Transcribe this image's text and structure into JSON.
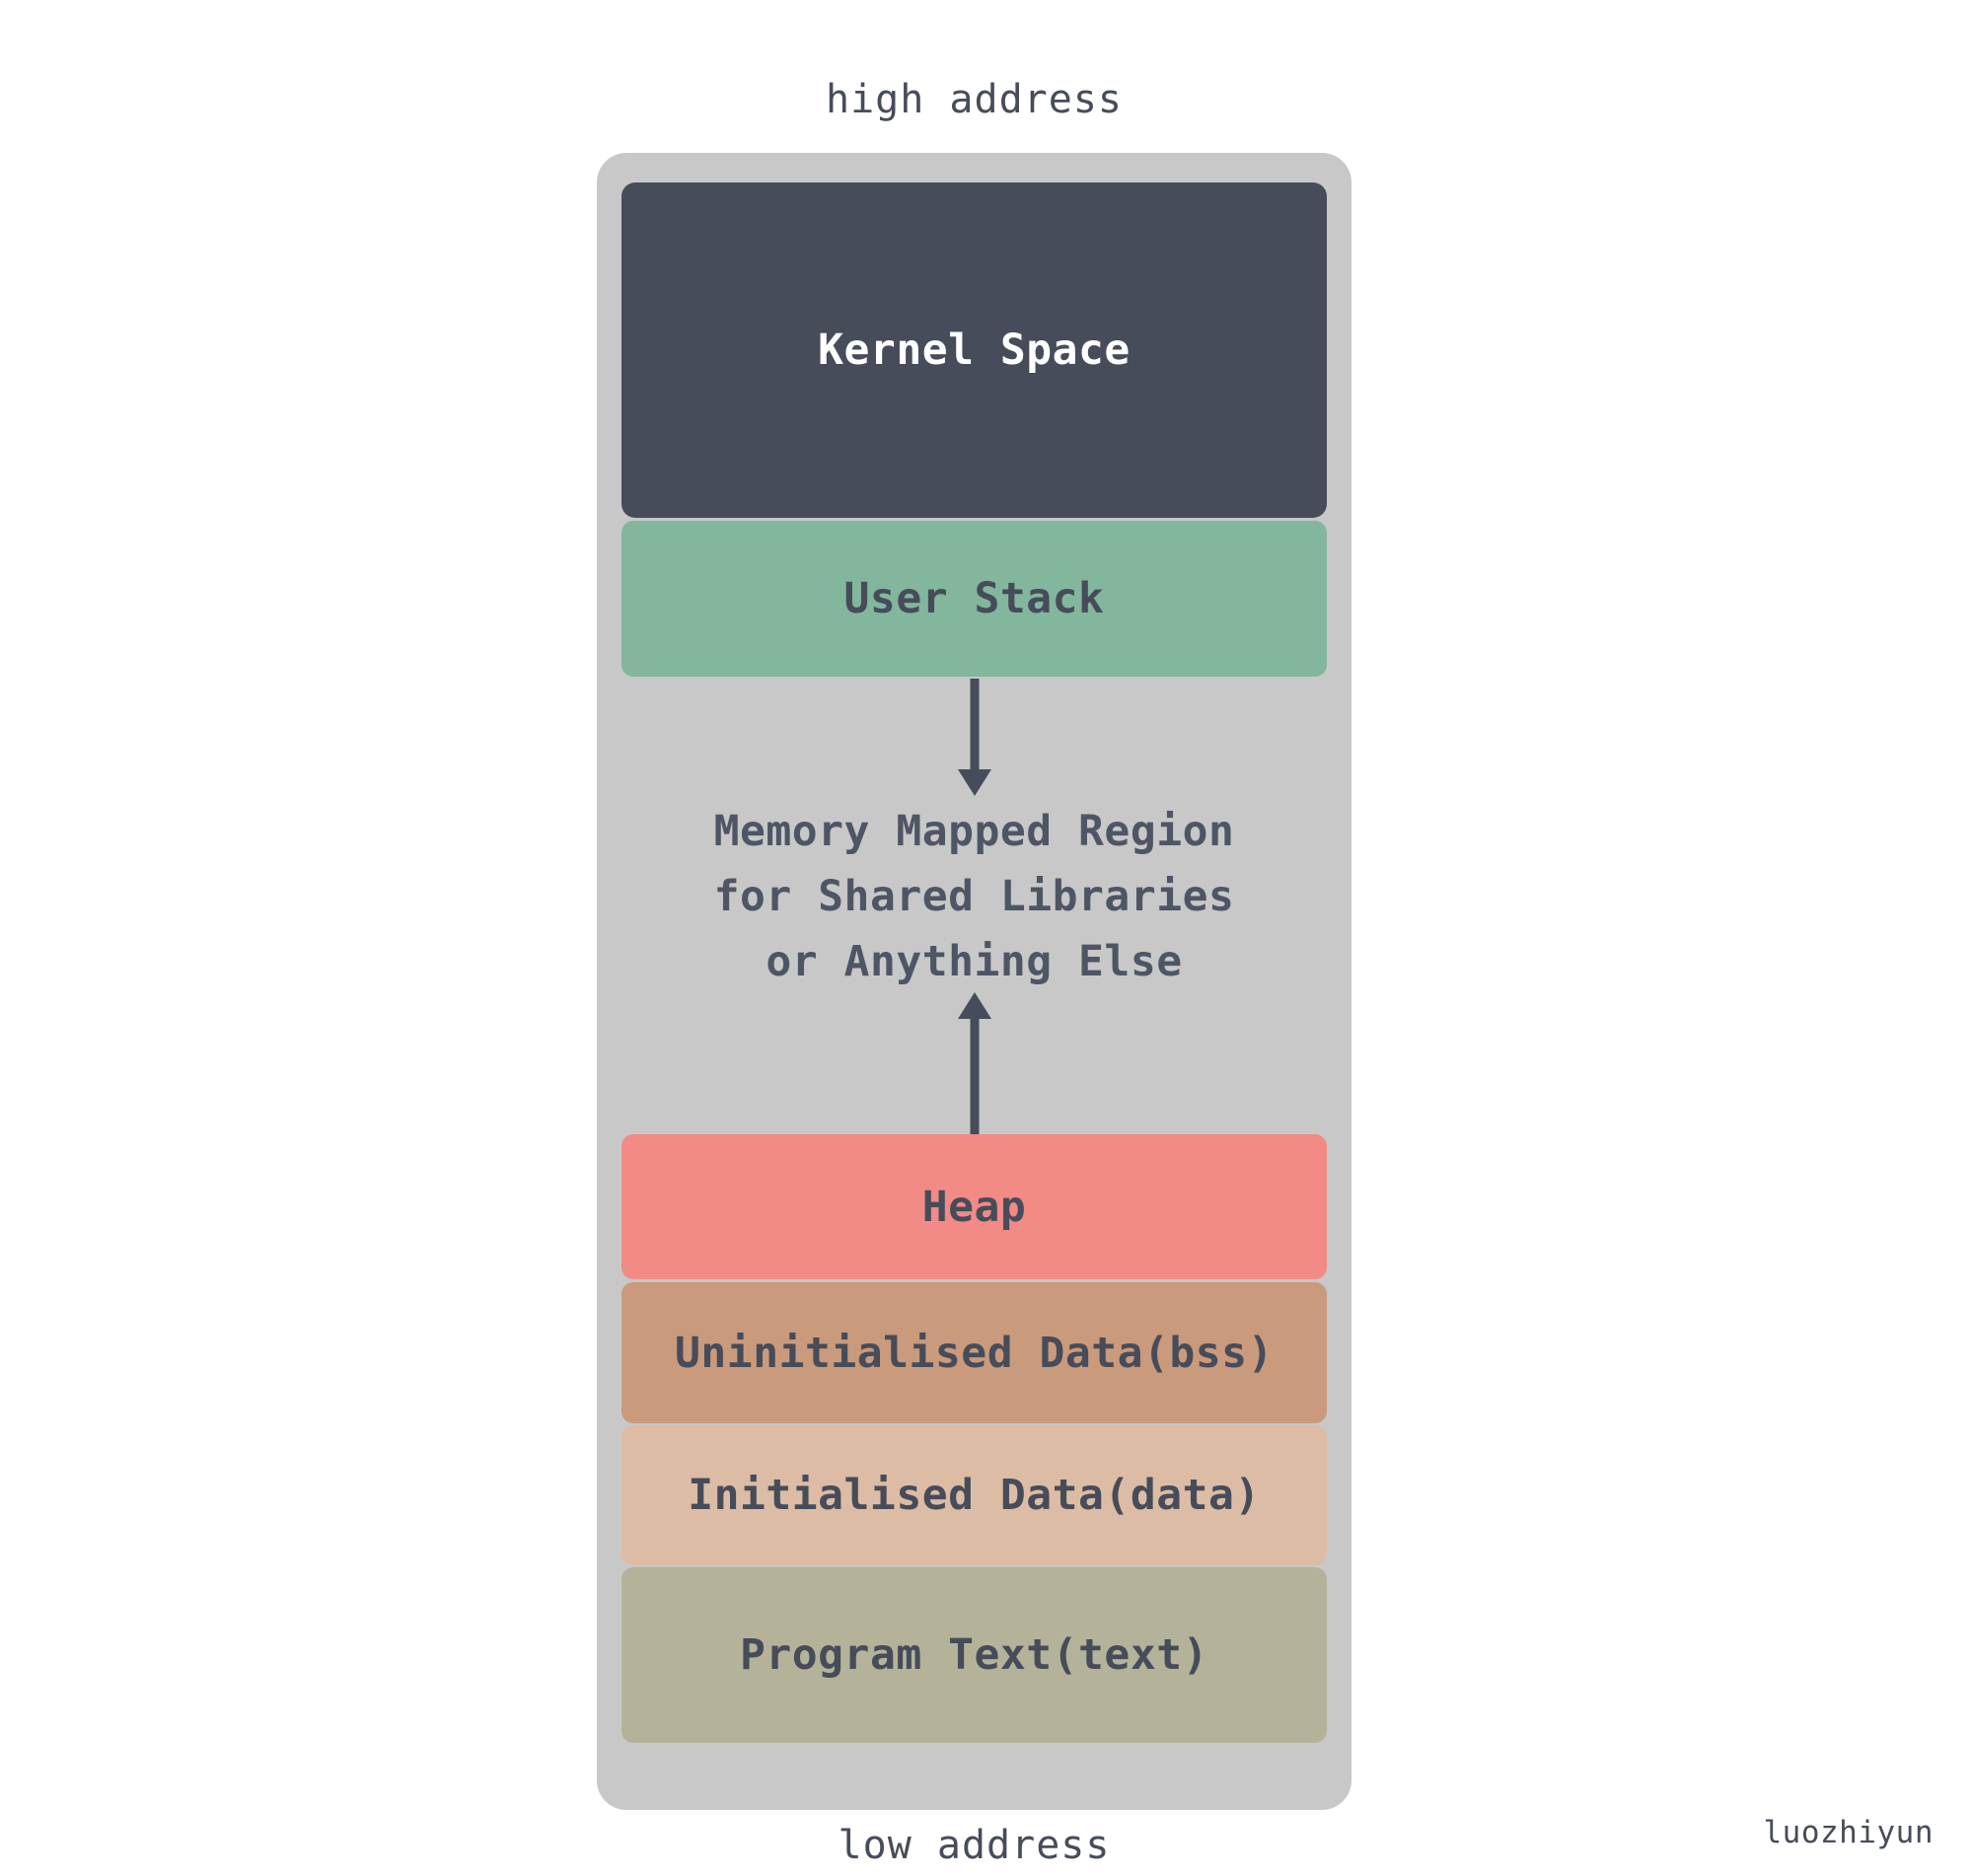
{
  "diagram": {
    "title_top": "high address",
    "title_bottom": "low address",
    "watermark": "luozhiyun",
    "colors": {
      "canvas": "#ffffff",
      "container": "#c8c8c8",
      "kernel_space": "#464c59",
      "user_stack": "#82b69d",
      "heap": "#f28a85",
      "bss": "#ca9a7c",
      "data": "#ddbca5",
      "text": "#b4b39a",
      "label_dark": "#464c59",
      "label_light": "#ffffff",
      "arrow": "#464c59"
    },
    "segments": [
      {
        "id": "kernel-space",
        "label": "Kernel Space"
      },
      {
        "id": "user-stack",
        "label": "User Stack"
      },
      {
        "id": "heap",
        "label": "Heap"
      },
      {
        "id": "bss",
        "label": "Uninitialised Data(bss)"
      },
      {
        "id": "data",
        "label": "Initialised Data(data)"
      },
      {
        "id": "text",
        "label": "Program Text(text)"
      }
    ],
    "mapped_region": {
      "line1": "Memory Mapped Region",
      "line2": "for Shared Libraries",
      "line3": "or Anything Else"
    },
    "arrows": [
      {
        "id": "stack-growth-down",
        "direction": "down",
        "from": "user-stack"
      },
      {
        "id": "heap-growth-up",
        "direction": "up",
        "from": "heap"
      }
    ]
  }
}
